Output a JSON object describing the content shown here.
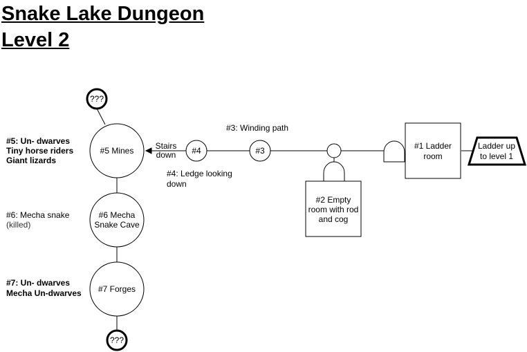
{
  "title": {
    "line1": "Snake Lake Dungeon",
    "line2": "Level 2"
  },
  "nodes": {
    "unknown_top": "???",
    "unknown_bottom": "???",
    "room5": "#5 Mines",
    "room6": [
      "#6 Mecha",
      "Snake Cave"
    ],
    "room7": "#7 Forges",
    "room4": "#4",
    "room3": "#3",
    "room1": [
      "#1 Ladder",
      "room"
    ],
    "room2": [
      "#2 Empty",
      "room with rod",
      "and cog"
    ],
    "exit": [
      "Ladder up",
      "to level 1"
    ]
  },
  "annotations": {
    "room5_notes": [
      "#5: Un- dwarves",
      "Tiny horse riders",
      "Giant lizards"
    ],
    "room6_notes": [
      "#6: Mecha snake",
      "(killed)"
    ],
    "room7_notes": [
      "#7: Un- dwarves",
      "Mecha Un-dwarves"
    ],
    "stairs": [
      "Stairs",
      "down"
    ],
    "room4_note": [
      "#4: Ledge looking",
      "down"
    ],
    "room3_note": "#3: Winding path"
  }
}
